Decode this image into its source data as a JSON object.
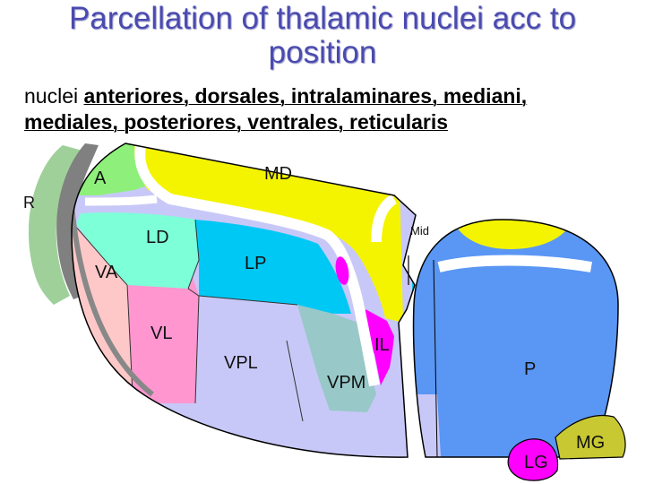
{
  "title": {
    "line1": "Parcellation of thalamic nuclei acc to",
    "line2": "position"
  },
  "subtitle": {
    "prefix": "nuclei ",
    "line1_rest": "anteriores, dorsales, intralaminares, mediani,",
    "line2": "mediales, posteriores, ventrales, reticularis"
  },
  "labels": {
    "A": "A",
    "MD": "MD",
    "R": "R",
    "Mid": "Mid",
    "LD": "LD",
    "LP": "LP",
    "VA": "VA",
    "VL": "VL",
    "IL": "IL",
    "VPL": "VPL",
    "VPM": "VPM",
    "P": "P",
    "MG": "MG",
    "LG": "LG"
  },
  "colors": {
    "title": "#4a4ab0",
    "A": "#8ef07a",
    "MD": "#f4f400",
    "R_outer": "#9fd09a",
    "R_inner": "#808080",
    "LD": "#7dffd8",
    "LP": "#00c8f4",
    "VA": "#ffc8c8",
    "VL": "#ff96d0",
    "VPL": "#c8c8f8",
    "VPM": "#98c8c8",
    "IL": "#ff00ff",
    "P": "#5a96f4",
    "MG": "#c8c832",
    "LG": "#ff00ff",
    "outline": "#000000"
  }
}
